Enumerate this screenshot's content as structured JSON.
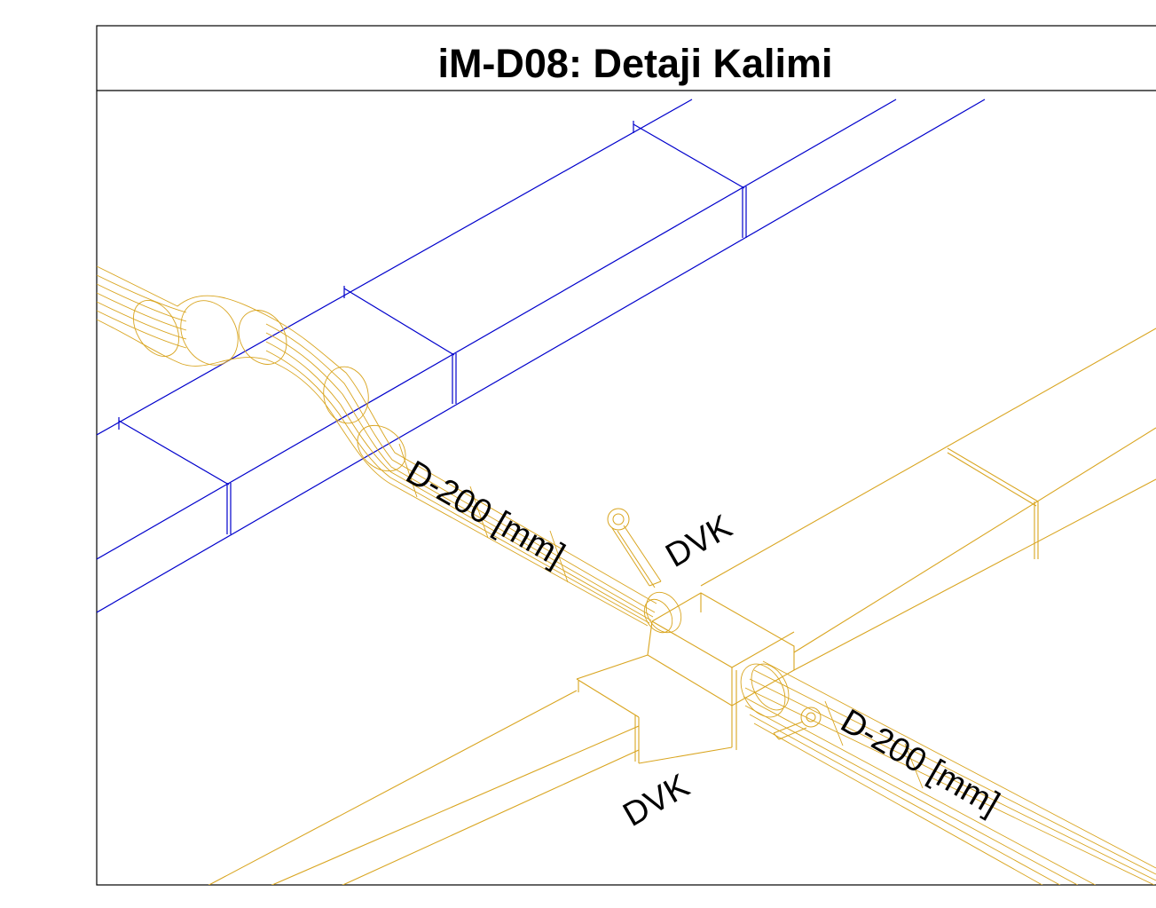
{
  "drawing": {
    "title": "iM-D08: Detaji Kalimi"
  },
  "labels": {
    "pipe_upper": "D-200 [mm]",
    "pipe_lower": "D-200 [mm]",
    "damper_upper": "DVK",
    "damper_lower": "DVK"
  },
  "colors": {
    "frame": "#000000",
    "background": "#ffffff",
    "beam": "#0000cc",
    "duct": "#d9a520",
    "text": "#000000"
  }
}
